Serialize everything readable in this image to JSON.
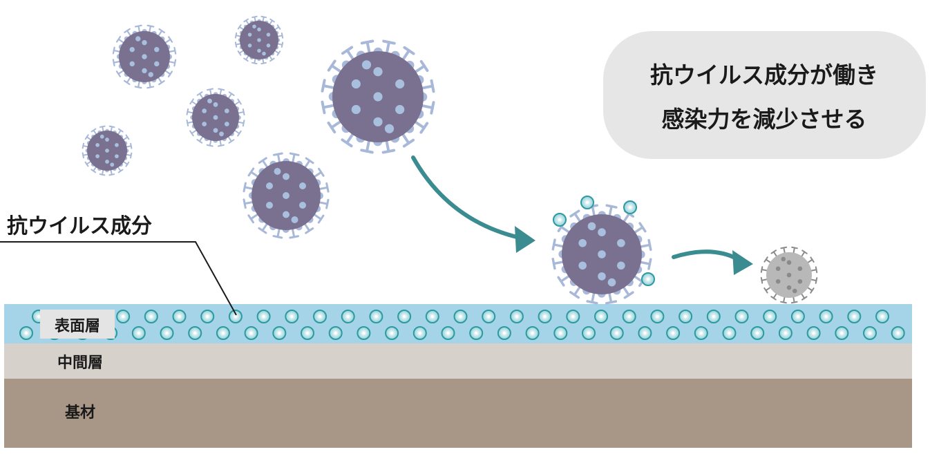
{
  "labels": {
    "component": "抗ウイルス成分",
    "surface_layer": "表面層",
    "middle_layer": "中間層",
    "base_layer": "基材"
  },
  "callout": {
    "line1": "抗ウイルス成分が働き",
    "line2": "感染力を減少させる"
  },
  "colors": {
    "surface": "#a5d4e8",
    "middle": "#d6d1cb",
    "base": "#a89686",
    "virus_body": "#7a7090",
    "virus_spot": "#a8c0de",
    "spike": "#a8b8d8",
    "particle_ring": "#2c9aa0",
    "particle_fill": "#c8ecf0",
    "arrow": "#3a8c90",
    "callout_bg": "#e6e6e6",
    "dead_virus": "#b8b8b8",
    "dead_spot": "#8a8a8a"
  }
}
